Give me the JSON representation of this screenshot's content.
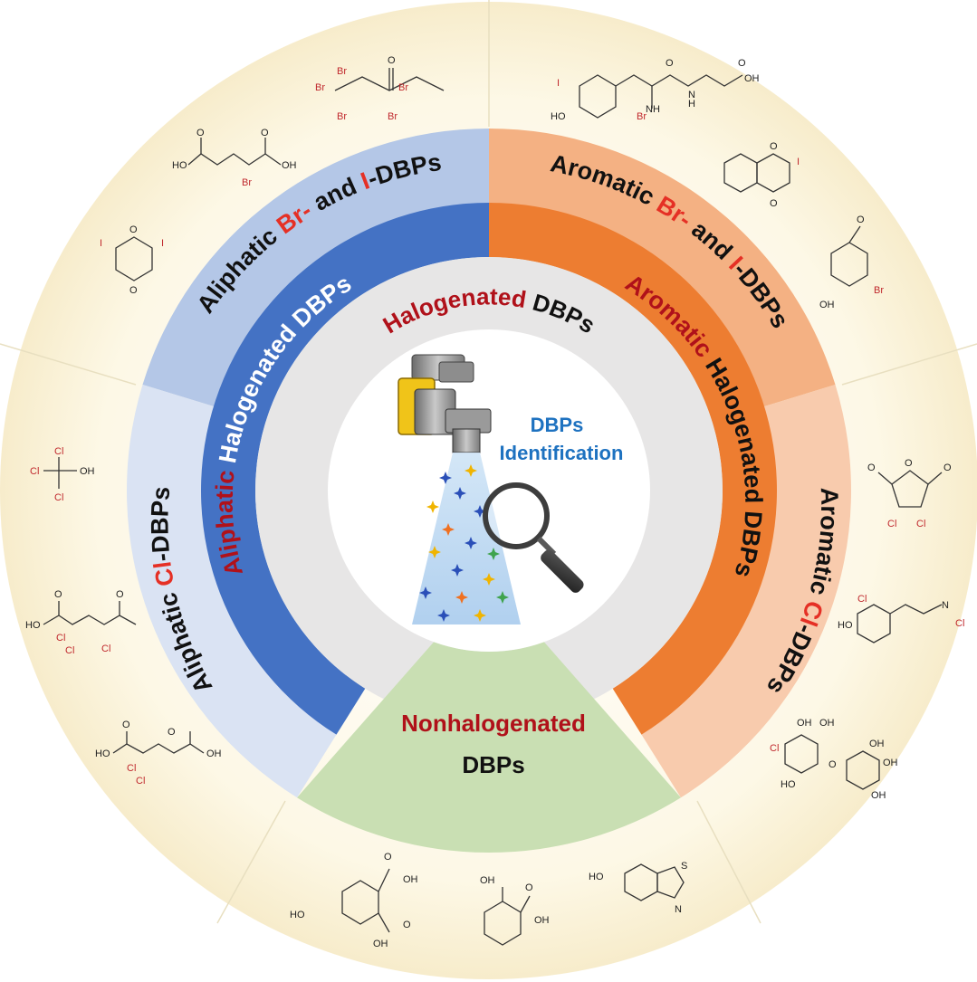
{
  "center": {
    "title_lines": [
      "DBPs",
      "Identification"
    ],
    "title_color": "#1e72c0"
  },
  "inner_ring": {
    "label_red": "Halogenated",
    "label_black": " DBPs"
  },
  "bottom_sector": {
    "label_red": "Nonhalogenated",
    "label_black": "DBPs",
    "color": "#c9dfb3"
  },
  "mid_ring": {
    "left": {
      "red": "Aliphatic",
      "black": " Halogenated DBPs",
      "color": "#4472c4"
    },
    "right": {
      "red": "Aromatic",
      "black": " Halogenated DBPs",
      "color": "#ed7d31"
    }
  },
  "outer_ring": {
    "upper_left": {
      "pre": "Aliphatic ",
      "red1": "Br-",
      "mid": " and ",
      "red2": "I",
      "post": "-DBPs",
      "color": "#b4c7e7"
    },
    "lower_left": {
      "pre": "Aliphatic ",
      "red1": "Cl",
      "post": "-DBPs",
      "color": "#dae3f3"
    },
    "upper_right": {
      "pre": "Aromatic ",
      "red1": "Br-",
      "mid": " and ",
      "red2": "I",
      "post": "-DBPs",
      "color": "#f4b183"
    },
    "lower_right": {
      "pre": "Aromatic ",
      "red1": "Cl",
      "post": "-DBPs",
      "color": "#f8cbad"
    }
  },
  "colors": {
    "inner_disk": "#e7e6e6",
    "center_disk": "#ffffff",
    "halo": "#fbf4d8",
    "accent_red": "#b0111a"
  },
  "molecule_labels": {
    "top_center": [
      "Br",
      "Br",
      "Br",
      "Br",
      "Br",
      "O"
    ],
    "top_left_acid": [
      "HO",
      "O",
      "O",
      "OH",
      "Br"
    ],
    "left_quinone": [
      "I",
      "I",
      "O",
      "O"
    ],
    "top_right_peptide": [
      "I",
      "HO",
      "Br",
      "NH",
      "O",
      "N",
      "H",
      "O",
      "OH"
    ],
    "right_naphtho": [
      "O",
      "O",
      "I"
    ],
    "right_aldehyde": [
      "O",
      "OH",
      "Br"
    ],
    "left_chloro_alcohol": [
      "Cl",
      "Cl",
      "Cl",
      "OH"
    ],
    "left_chloro_acid": [
      "HO",
      "O",
      "Cl",
      "Cl",
      "Cl",
      "O"
    ],
    "left_bottom_acid": [
      "HO",
      "O",
      "Cl",
      "Cl",
      "O",
      "OH"
    ],
    "right_furan": [
      "O",
      "O",
      "O",
      "Cl",
      "Cl"
    ],
    "right_oxime": [
      "Cl",
      "HO",
      "N",
      "Cl"
    ],
    "right_bottom_benzo": [
      "OH",
      "OH",
      "Cl",
      "OH",
      "O",
      "OH",
      "HO",
      "OH"
    ],
    "bottom_phthalic": [
      "O",
      "OH",
      "HO",
      "O",
      "OH"
    ],
    "bottom_salicylic": [
      "OH",
      "O",
      "OH"
    ],
    "bottom_benzothiazole": [
      "HO",
      "S",
      "N"
    ]
  }
}
